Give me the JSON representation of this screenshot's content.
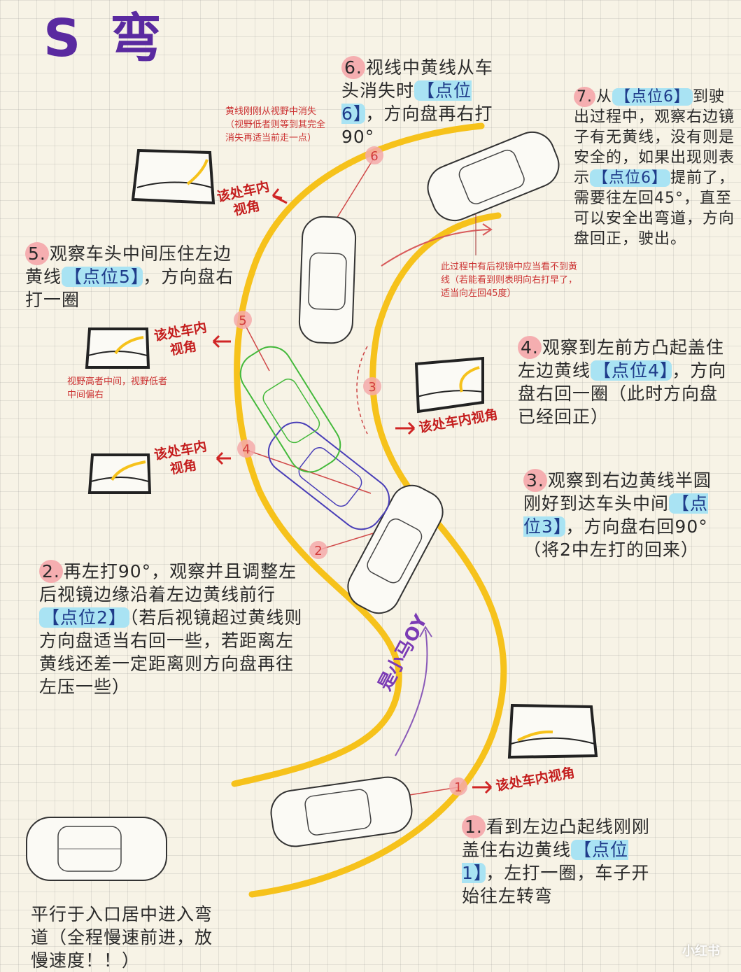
{
  "title": "S 弯",
  "steps": {
    "s1": {
      "num": "1.",
      "pre": "看到左边凸起线刚刚盖住右边黄线",
      "point": "【点位1】",
      "post": "，左打一圈，车子开始往左转弯"
    },
    "s2": {
      "num": "2.",
      "pre": "再左打90°，观察并且调整左后视镜边缘沿着左边黄线前行",
      "point": "【点位2】",
      "post": "（若后视镜超过黄线则方向盘适当右回一些，若距离左黄线还差一定距离则方向盘再往左压一些）"
    },
    "s3": {
      "num": "3.",
      "pre": "观察到右边黄线半圆刚好到达车头中间",
      "point": "【点位3】",
      "post": "，方向盘右回90°（将2中左打的回来）"
    },
    "s4": {
      "num": "4.",
      "pre": "观察到左前方凸起盖住左边黄线",
      "point": "【点位4】",
      "post": "，方向盘右回一圈（此时方向盘已经回正）"
    },
    "s5": {
      "num": "5.",
      "pre": "观察车头中间压住左边黄线",
      "point": "【点位5】",
      "post": "，方向盘右打一圈"
    },
    "s6": {
      "num": "6.",
      "pre": "视线中黄线从车头消失时",
      "point": "【点位6】",
      "post": "，方向盘再右打90°"
    },
    "s7": {
      "num": "7.",
      "pre": "从",
      "point": "【点位6】",
      "mid": "到驶出过程中，观察右边镜子有无黄线，没有则是安全的，如果出现则表示",
      "point2": "【点位6】",
      "post": "提前了，需要往左回45°，直至可以安全出弯道，方向盘回正，驶出。"
    }
  },
  "start_note": "平行于入口居中进入弯道（全程慢速前进，放慢速度！！）",
  "small_notes": {
    "top": "黄线刚刚从视野中消失（视野低者则等到其完全消失再适当前走一点）",
    "right": "此过程中有后视镜中应当看不到黄线（若能看到则表明向右打早了，适当向左回45度）",
    "left": "视野高者中间，视野低者中间偏右"
  },
  "view_label": "该处车内视角",
  "view_label_split": [
    "该处车内",
    "视角"
  ],
  "markers": [
    "1",
    "2",
    "3",
    "4",
    "5",
    "6"
  ],
  "signature": "是小马OY",
  "watermark": "小红书",
  "colors": {
    "lane": "#f6c21b",
    "marker": "#f4a9a9",
    "marker_text": "#d23b3b",
    "arrow": "#d02525",
    "green_car": "#43b93a",
    "blue_car": "#4a3fb8",
    "title": "#5a2aa0"
  }
}
